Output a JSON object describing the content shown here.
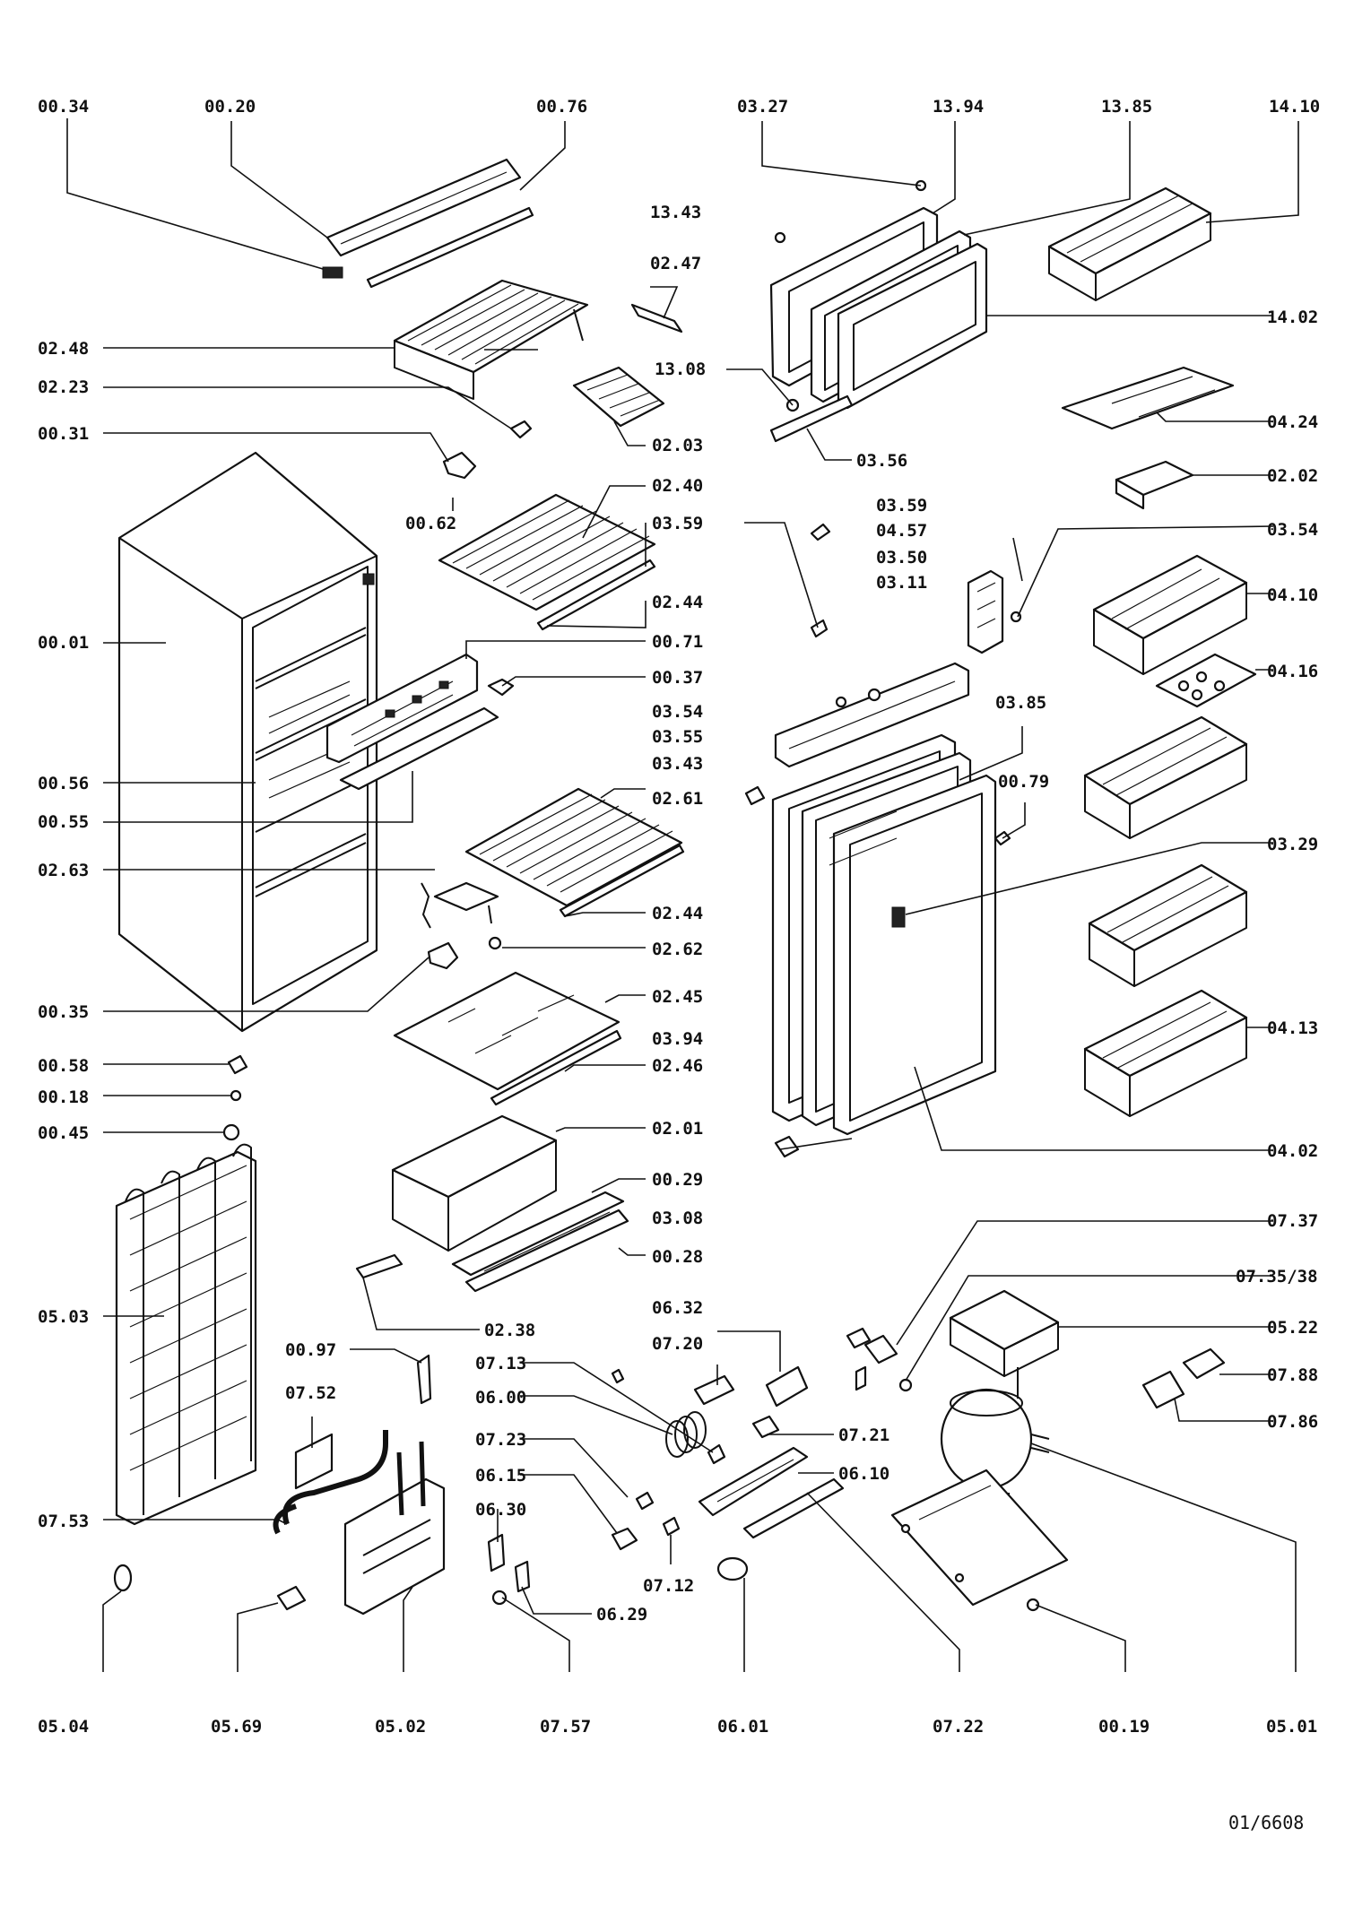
{
  "labels": {
    "l0034": "00.34",
    "l0020": "00.20",
    "l0076": "00.76",
    "l0327": "03.27",
    "l1394": "13.94",
    "l1385": "13.85",
    "l1410": "14.10",
    "l1343": "13.43",
    "l0247": "02.47",
    "l1402": "14.02",
    "l0248": "02.48",
    "l1308": "13.08",
    "l0424": "04.24",
    "l0223": "02.23",
    "l0203": "02.03",
    "l0356": "03.56",
    "l0031": "00.31",
    "l0202": "02.02",
    "l0240": "02.40",
    "l0062": "00.62",
    "l0359a": "03.59",
    "l0359b": "03.59",
    "l0457": "04.57",
    "l0354a": "03.54",
    "l0350": "03.50",
    "l0311": "03.11",
    "l0410": "04.10",
    "l0244a": "02.44",
    "l0001": "00.01",
    "l0071": "00.71",
    "l0037": "00.37",
    "l0354b": "03.54",
    "l0416": "04.16",
    "l0355": "03.55",
    "l0385": "03.85",
    "l0343": "03.43",
    "l0056": "00.56",
    "l0261": "02.61",
    "l0079": "00.79",
    "l0055": "00.55",
    "l0263": "02.63",
    "l0329": "03.29",
    "l0244b": "02.44",
    "l0262": "02.62",
    "l0035": "00.35",
    "l0245": "02.45",
    "l0394": "03.94",
    "l0413": "04.13",
    "l0058": "00.58",
    "l0246": "02.46",
    "l0018": "00.18",
    "l0045": "00.45",
    "l0201": "02.01",
    "l0402": "04.02",
    "l0029": "00.29",
    "l0308": "03.08",
    "l0737": "07.37",
    "l0028": "00.28",
    "l07353": "07.35/38",
    "l0632": "06.32",
    "l0503": "05.03",
    "l0238": "02.38",
    "l0522": "05.22",
    "l0720": "07.20",
    "l0097": "00.97",
    "l0713": "07.13",
    "l0788": "07.88",
    "l0752": "07.52",
    "l0600": "06.00",
    "l0786": "07.86",
    "l0721": "07.21",
    "l0723": "07.23",
    "l0610": "06.10",
    "l0615": "06.15",
    "l0753": "07.53",
    "l0630": "06.30",
    "l0712": "07.12",
    "l0629": "06.29",
    "l0504": "05.04",
    "l0569": "05.69",
    "l0502": "05.02",
    "l0757": "07.57",
    "l0601": "06.01",
    "l0722": "07.22",
    "l0019": "00.19",
    "l0501": "05.01"
  },
  "drawing_number": "01/6608"
}
